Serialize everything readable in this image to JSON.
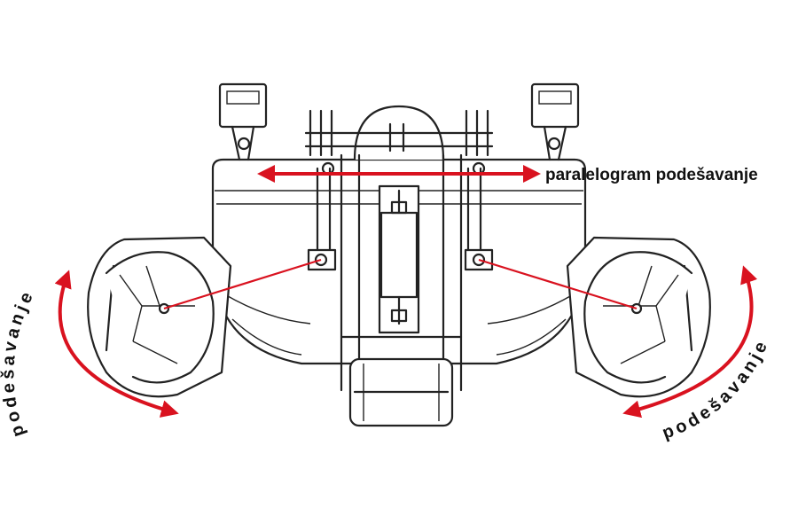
{
  "labels": {
    "parallelogram": "paralelogram podešavanje",
    "left_arc": "podešavanje",
    "right_arc": "podešavanje"
  },
  "colors": {
    "arrow": "#d9121f",
    "outline": "#222222",
    "background": "#ffffff"
  }
}
